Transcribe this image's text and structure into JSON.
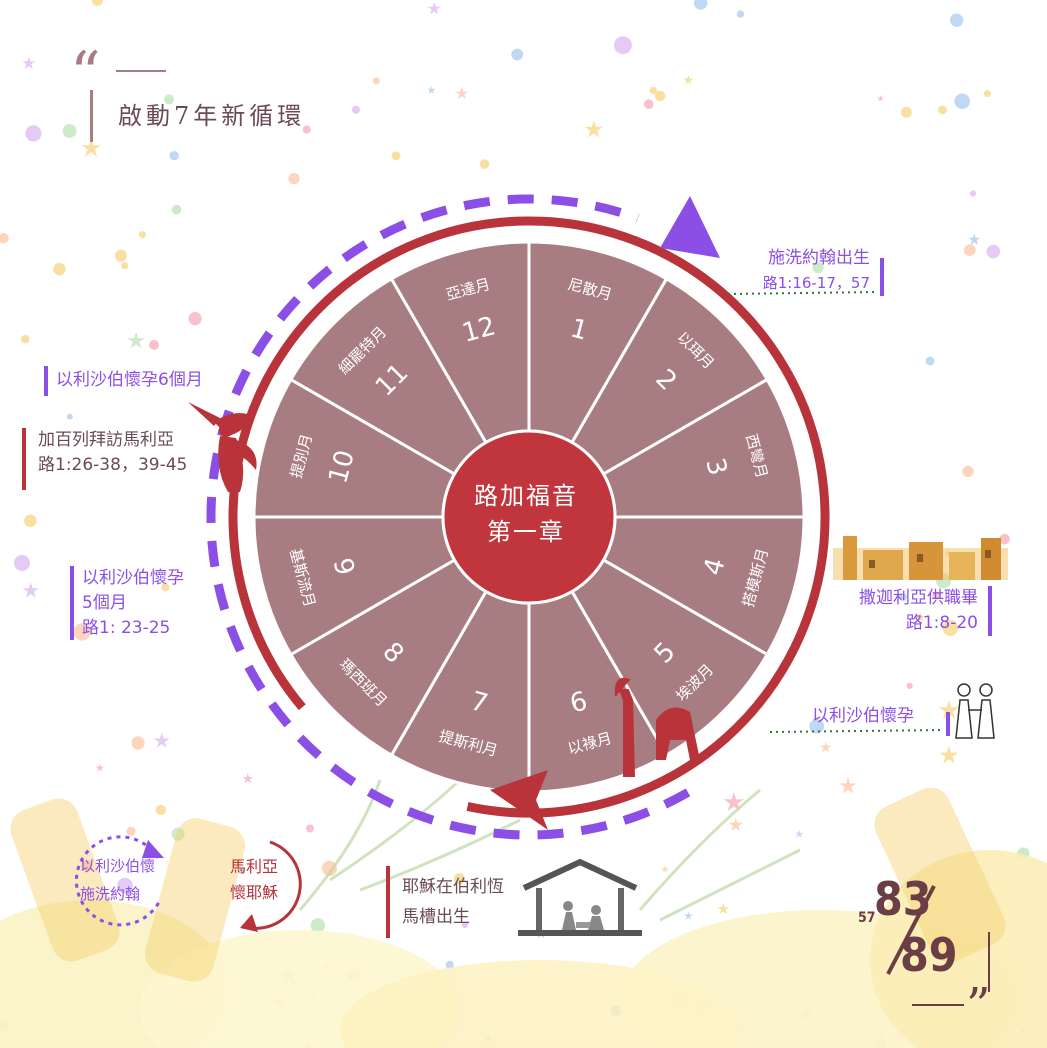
{
  "title": "啟動7年新循環",
  "center": {
    "line1": "路加福音",
    "line2": "第一章"
  },
  "months": [
    {
      "num": "1",
      "name": "尼散月"
    },
    {
      "num": "2",
      "name": "以珥月"
    },
    {
      "num": "3",
      "name": "西彎月"
    },
    {
      "num": "4",
      "name": "搭模斯月"
    },
    {
      "num": "5",
      "name": "埃波月"
    },
    {
      "num": "6",
      "name": "以祿月"
    },
    {
      "num": "7",
      "name": "提斯利月"
    },
    {
      "num": "8",
      "name": "瑪西班月"
    },
    {
      "num": "9",
      "name": "基斯流月"
    },
    {
      "num": "10",
      "name": "提別月"
    },
    {
      "num": "11",
      "name": "細罷特月"
    },
    {
      "num": "12",
      "name": "亞達月"
    }
  ],
  "annotations": {
    "john_birth": {
      "line1": "施洗約翰出生",
      "line2": "路1:16-17，57"
    },
    "zechariah": {
      "line1": "撒迦利亞供職畢",
      "line2": "路1:8-20"
    },
    "elizabeth_conceives": {
      "text": "以利沙伯懷孕"
    },
    "elizabeth_6m": {
      "text": "以利沙伯懷孕6個月"
    },
    "gabriel": {
      "line1": "加百列拜訪馬利亞",
      "line2": "路1:26-38，39-45"
    },
    "elizabeth_5m": {
      "line1": "以利沙伯懷孕",
      "line2": "5個月",
      "line3": "路1: 23-25"
    },
    "jesus_birth": {
      "line1": "耶穌在伯利恆",
      "line2": "馬槽出生"
    },
    "legend_purple": {
      "line1": "以利沙伯懷",
      "line2": "施洗約翰"
    },
    "legend_red": {
      "line1": "馬利亞",
      "line2": "懷耶穌"
    }
  },
  "page": {
    "current": "83",
    "total": "89",
    "prefix": "57"
  },
  "colors": {
    "wedge": "#a87d82",
    "center": "#c0363c",
    "red_arc": "#b8333a",
    "purple_dash": "#8b4fe6",
    "text_dark": "#6b4a54"
  }
}
